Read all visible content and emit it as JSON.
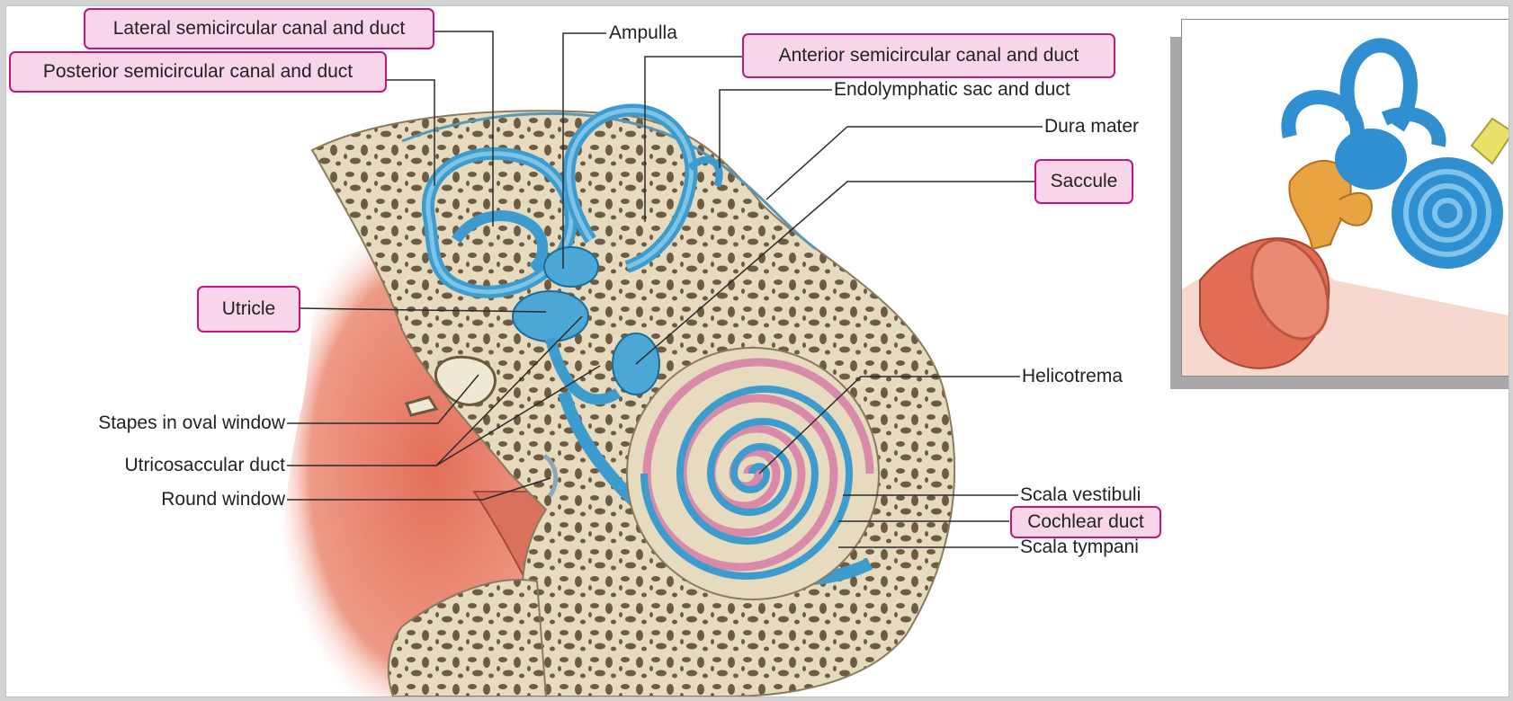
{
  "labels": {
    "lateral_canal": "Lateral semicircular canal and duct",
    "posterior_canal": "Posterior semicircular canal and duct",
    "ampulla": "Ampulla",
    "anterior_canal": "Anterior semicircular canal and duct",
    "endolymphatic": "Endolymphatic sac and duct",
    "dura_mater": "Dura mater",
    "saccule": "Saccule",
    "utricle": "Utricle",
    "helicotrema": "Helicotrema",
    "stapes": "Stapes in oval window",
    "utricosaccular": "Utricosaccular duct",
    "round_window": "Round window",
    "scala_vestibuli": "Scala vestibuli",
    "cochlear_duct": "Cochlear duct",
    "scala_tympani": "Scala tympani"
  },
  "colors": {
    "label_box_fill": "#f6d6e8",
    "label_box_border": "#c0167e",
    "bone": "#e7dcc2",
    "bone_pore": "#6b5a45",
    "membranous_labyrinth": "#4aa7d6",
    "scala_pink": "#d98aa8",
    "soft_tissue": "#e8806a",
    "ossicle": "#e9a441"
  }
}
